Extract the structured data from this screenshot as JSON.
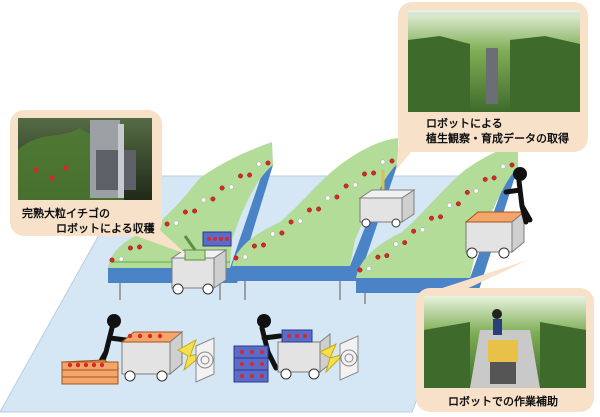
{
  "captions": {
    "harvest_line1": "完熟大粒イチゴの",
    "harvest_line2": "ロボットによる収穫",
    "observe_line1": "ロボットによる",
    "observe_line2": "植生観察・育成データの取得",
    "assist": "ロボットでの作業補助"
  },
  "colors": {
    "floor": "#d5e6f5",
    "bed_green": "#b3dc98",
    "bed_blue": "#4a84c7",
    "strawberry": "#d8282a",
    "flower": "#ffffff",
    "bubble": "#f7e1c9",
    "crate_orange": "#f4a66a",
    "crate_blue": "#5b6bc8",
    "robot_gray": "#e3e3e3"
  },
  "icons": [
    "harvest-photo",
    "observation-photo",
    "assist-photo",
    "robot-icon",
    "worker-icon",
    "strawberry-icon",
    "flower-icon"
  ]
}
